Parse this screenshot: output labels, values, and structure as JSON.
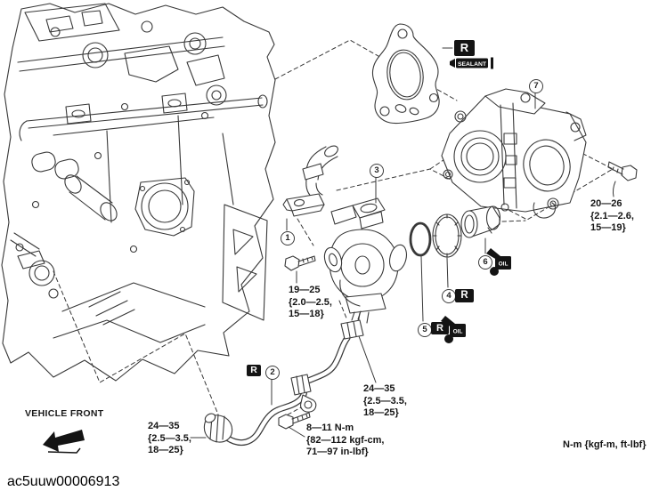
{
  "parts": [
    "1",
    "2",
    "3",
    "4",
    "5",
    "6",
    "7"
  ],
  "markers": {
    "r": "R",
    "sealant": "SEALANT",
    "oil": "OIL"
  },
  "torque_specs": {
    "pump_bolt": {
      "lines": [
        "19—25",
        "{2.0—2.5,",
        "15—18}"
      ]
    },
    "union_lower": {
      "lines": [
        "24—35",
        "{2.5—3.5,",
        "18—25}"
      ]
    },
    "union_upper": {
      "lines": [
        "24—35",
        "{2.5—3.5,",
        "18—25}"
      ]
    },
    "flange_bolt": {
      "lines": [
        "8—11 N-m",
        "{82—112 kgf-cm,",
        "71—97 in-lbf}"
      ]
    },
    "cover_bolt": {
      "lines": [
        "20—26",
        "{2.1—2.6,",
        "15—19}"
      ]
    }
  },
  "orientation": {
    "vehicle_front": "VEHICLE FRONT"
  },
  "footer": {
    "figure_code": "ac5uuw00006913",
    "units_note": "N-m {kgf-m, ft-lbf}"
  }
}
